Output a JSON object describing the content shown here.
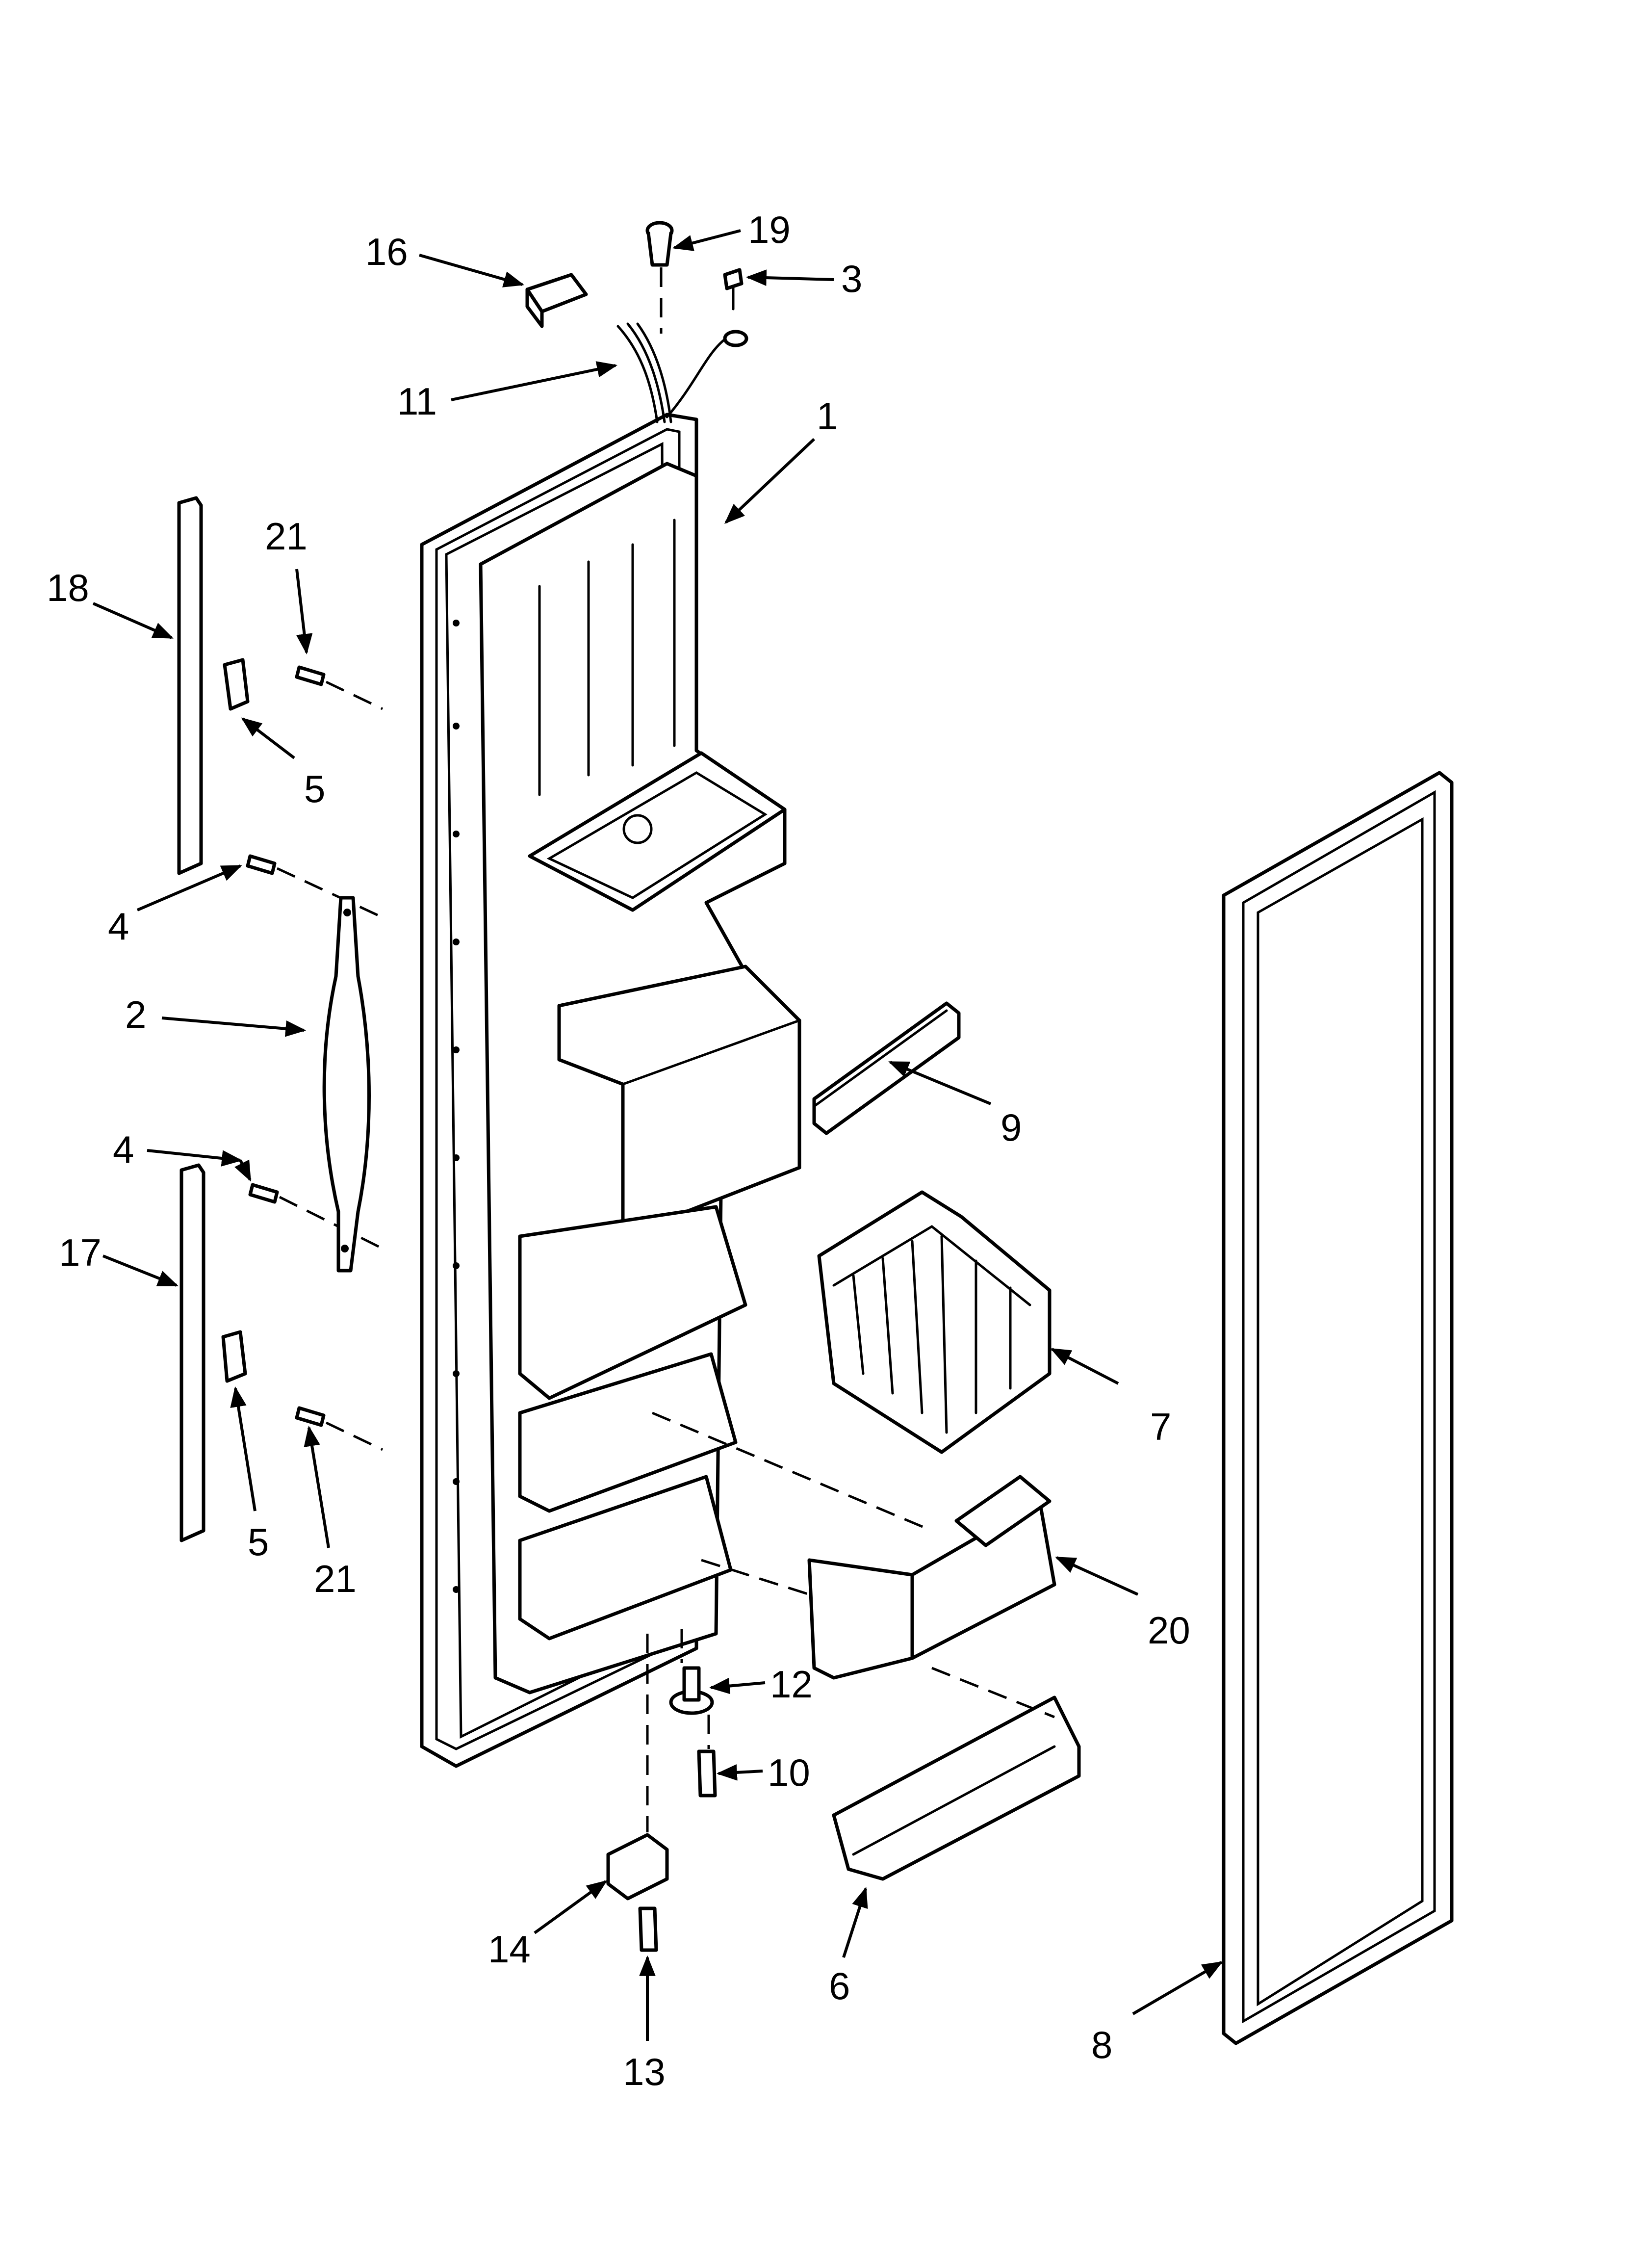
{
  "callouts": [
    {
      "id": "c16",
      "label": "16"
    },
    {
      "id": "c19",
      "label": "19"
    },
    {
      "id": "c3",
      "label": "3"
    },
    {
      "id": "c11",
      "label": "11"
    },
    {
      "id": "c1",
      "label": "1"
    },
    {
      "id": "c21a",
      "label": "21"
    },
    {
      "id": "c18",
      "label": "18"
    },
    {
      "id": "c5a",
      "label": "5"
    },
    {
      "id": "c4a",
      "label": "4"
    },
    {
      "id": "c2",
      "label": "2"
    },
    {
      "id": "c4b",
      "label": "4"
    },
    {
      "id": "c9",
      "label": "9"
    },
    {
      "id": "c17",
      "label": "17"
    },
    {
      "id": "c7",
      "label": "7"
    },
    {
      "id": "c5b",
      "label": "5"
    },
    {
      "id": "c21b",
      "label": "21"
    },
    {
      "id": "c20",
      "label": "20"
    },
    {
      "id": "c12",
      "label": "12"
    },
    {
      "id": "c10",
      "label": "10"
    },
    {
      "id": "c14",
      "label": "14"
    },
    {
      "id": "c6",
      "label": "6"
    },
    {
      "id": "c13",
      "label": "13"
    },
    {
      "id": "c8",
      "label": "8"
    }
  ]
}
